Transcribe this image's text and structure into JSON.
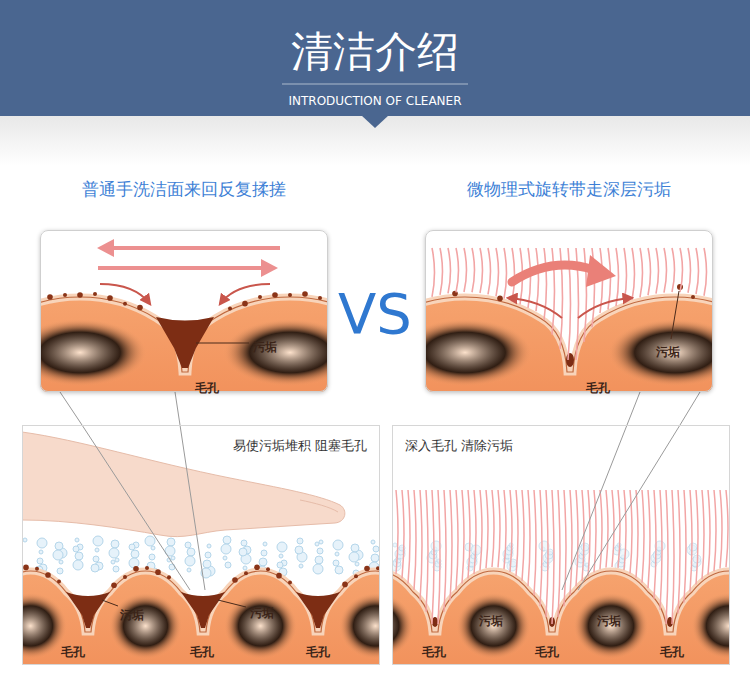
{
  "diagram": {
    "title": "清洁介绍",
    "nodes": [
      {
        "text": [
          "普通手洗洁面来回反复揉搓"
        ]
      },
      {
        "text": [
          "微物理式旋转带走深层污垢"
        ]
      },
      {
        "text": [
          "易使污垢堆积 阻塞毛孔"
        ]
      },
      {
        "text": [
          "深入毛孔 清除污垢"
        ]
      }
    ],
    "edges": [
      {
        "from": 0,
        "to": 2,
        "arrow": "none"
      },
      {
        "from": 0,
        "to": 2,
        "arrow": "none"
      },
      {
        "from": 1,
        "to": 3,
        "arrow": "none"
      },
      {
        "from": 1,
        "to": 3,
        "arrow": "none"
      }
    ],
    "labels": [
      "INTRODUCTION OF CLEANER",
      "VS",
      "污垢",
      "毛孔",
      "污垢",
      "毛孔",
      "污垢",
      "污垢",
      "毛孔",
      "毛孔",
      "毛孔",
      "污垢",
      "污垢",
      "毛孔",
      "毛孔",
      "毛孔"
    ]
  }
}
